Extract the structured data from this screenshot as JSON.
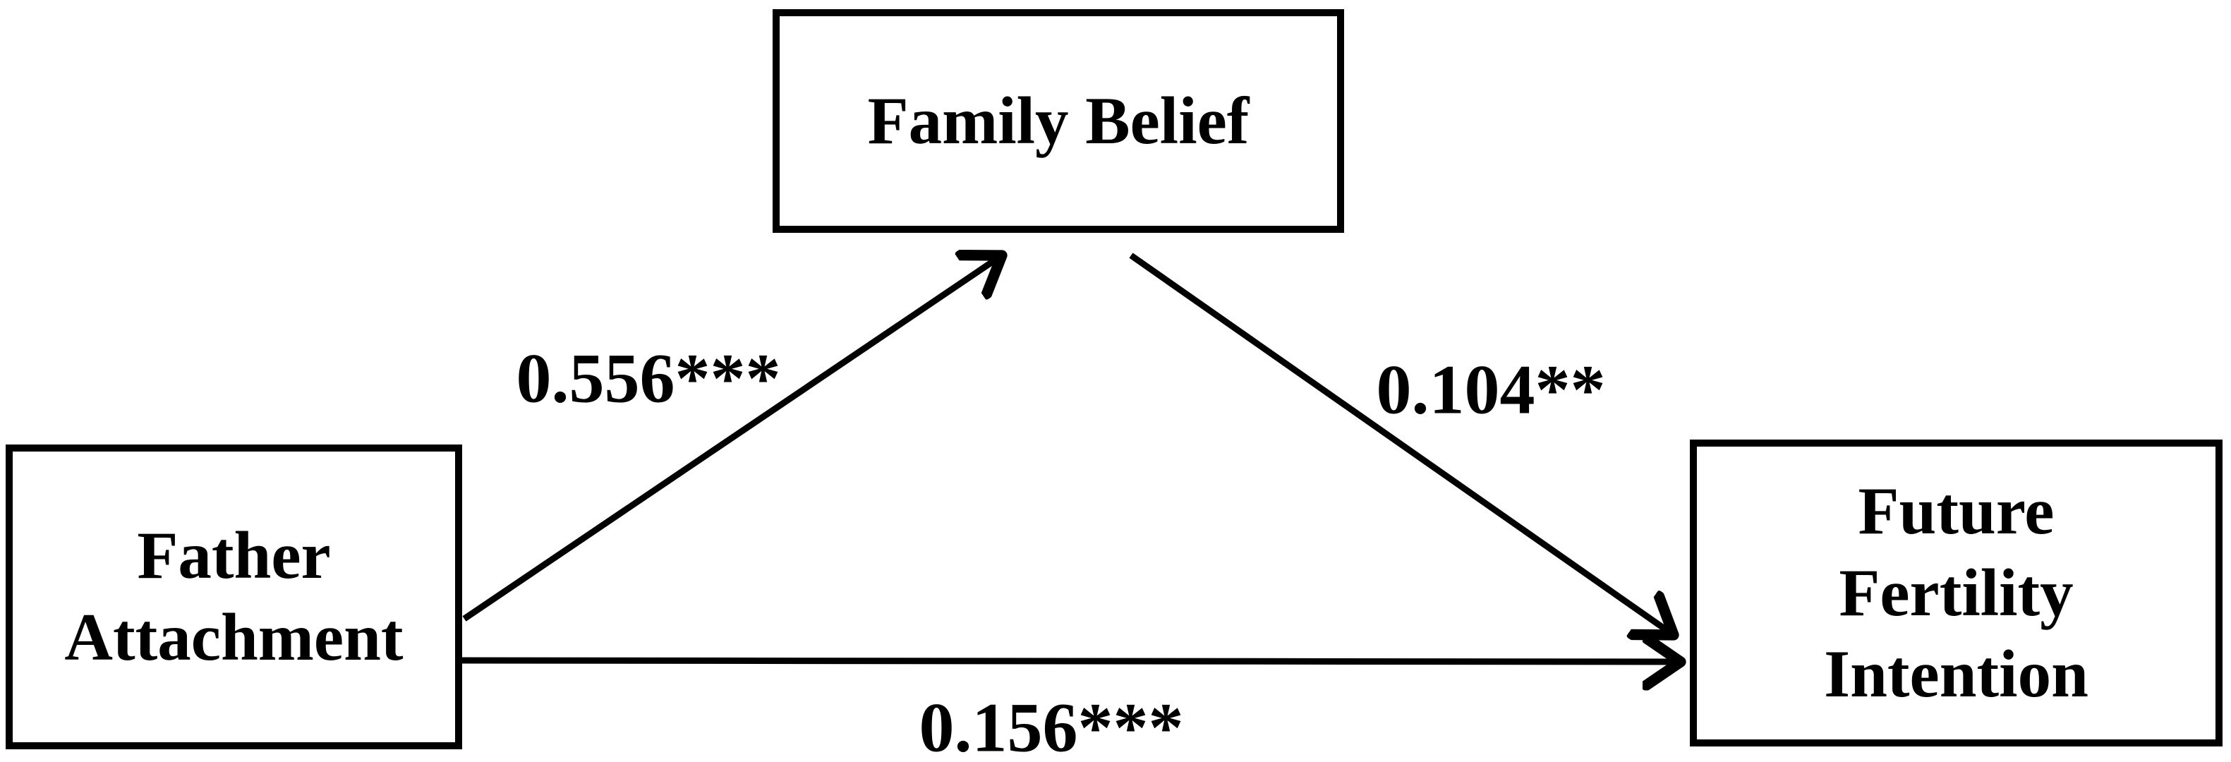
{
  "diagram": {
    "background_color": "#ffffff",
    "stroke_color": "#000000",
    "nodes": [
      {
        "id": "family-belief",
        "role": "mediator",
        "lines": [
          "Family Belief"
        ]
      },
      {
        "id": "father-attachment",
        "role": "predictor",
        "lines": [
          "Father",
          "Attachment"
        ]
      },
      {
        "id": "future-fertility-intention",
        "role": "outcome",
        "lines": [
          "Future",
          "Fertility",
          "Intention"
        ]
      }
    ],
    "edges": [
      {
        "from": "father-attachment",
        "to": "family-belief",
        "label": "0.556***"
      },
      {
        "from": "family-belief",
        "to": "future-fertility-intention",
        "label": "0.104**"
      },
      {
        "from": "father-attachment",
        "to": "future-fertility-intention",
        "label": "0.156***"
      }
    ]
  }
}
